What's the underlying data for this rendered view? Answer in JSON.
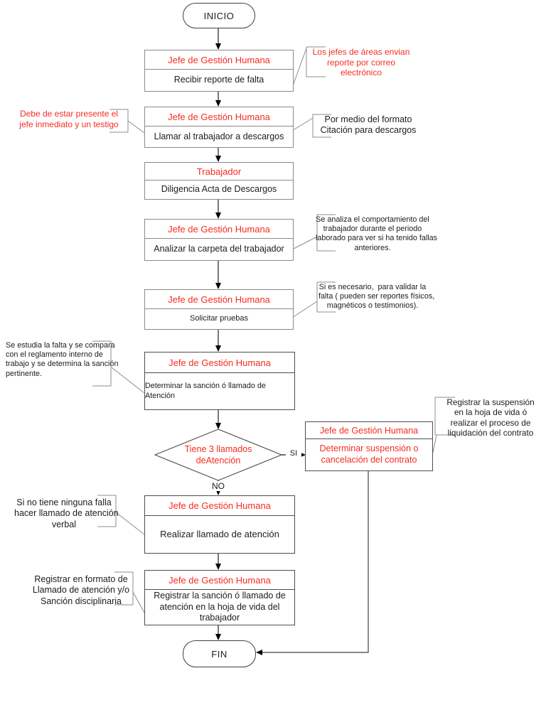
{
  "colors": {
    "red": "#f52c22",
    "text": "#1c1c1c",
    "box-border": "#8a8a8a",
    "box-border-dark": "#4e4e4e",
    "line": "#1f1f1f",
    "note-line": "#8c8c8c"
  },
  "terminals": {
    "start": "INICIO",
    "end": "FIN"
  },
  "decision": {
    "lines": [
      "Tiene 3 llamados de",
      "Atención"
    ],
    "yes": "SI",
    "no": "NO"
  },
  "boxes": {
    "recibir": {
      "role": "Jefe de Gestión Humana",
      "action": [
        "Recibir reporte de falta"
      ]
    },
    "llamar": {
      "role": "Jefe de Gestión Humana",
      "action": [
        "Llamar al trabajador a descargos"
      ]
    },
    "trabajador": {
      "role": "Trabajador",
      "action": [
        "Diligencia Acta de Descargos"
      ]
    },
    "analizar": {
      "role": "Jefe de Gestión Humana",
      "action": [
        "Analizar la carpeta del trabajador"
      ]
    },
    "solicitar": {
      "role": "Jefe de Gestión Humana",
      "action": [
        "Solicitar pruebas"
      ]
    },
    "determinar": {
      "role": "Jefe de Gestión Humana",
      "action": [
        "Determinar la sanción ó llamado de Atención"
      ]
    },
    "suspension": {
      "role": "Jefe de Gestión Humana",
      "action": [
        "Determinar suspensión o",
        "cancelación del contrato"
      ]
    },
    "realizar": {
      "role": "Jefe de Gestión Humana",
      "action": [
        "Realizar llamado de atención"
      ]
    },
    "registrar": {
      "role": "Jefe de Gestión Humana",
      "action": [
        "Registrar la sanción ó llamado de",
        "atención en la hoja de vida del",
        "trabajador"
      ]
    }
  },
  "annotations": {
    "correo": {
      "lines": [
        "Los jefes de áreas envian",
        "reporte por correo",
        "electrónico"
      ]
    },
    "testigo": {
      "lines": [
        "Debe de estar presente el",
        "jefe inmediato y un testigo"
      ]
    },
    "formato": {
      "lines": [
        "Por medio del formato",
        "Citación para descargos"
      ]
    },
    "comportamiento": {
      "lines": [
        "Se analiza el comportamiento del",
        "trabajador durante el periodo",
        "laborado para ver si ha tenido fallas",
        "anteriores."
      ]
    },
    "necesario": {
      "lines": [
        "Si es necesario,  para validar la",
        "falta ( pueden ser reportes físicos,",
        "magnéticos o testimonios)."
      ]
    },
    "reglamento": {
      "lines": [
        "Se estudia la falta y se compara",
        "con el reglamento interno de",
        "trabajo y se determina la sanción",
        "pertinente."
      ]
    },
    "suspension_nota": {
      "lines": [
        "Registrar la suspensión",
        "en la hoja de vida ó",
        "realizar el proceso de",
        "liquidación del contrato"
      ]
    },
    "verbal": {
      "lines": [
        "Si no tiene ninguna falla",
        "hacer llamado de atención",
        "verbal"
      ]
    },
    "registro_formato": {
      "lines": [
        "Registrar en formato de",
        "Llamado de atención y/o",
        "Sanción disciplinaria"
      ]
    }
  }
}
